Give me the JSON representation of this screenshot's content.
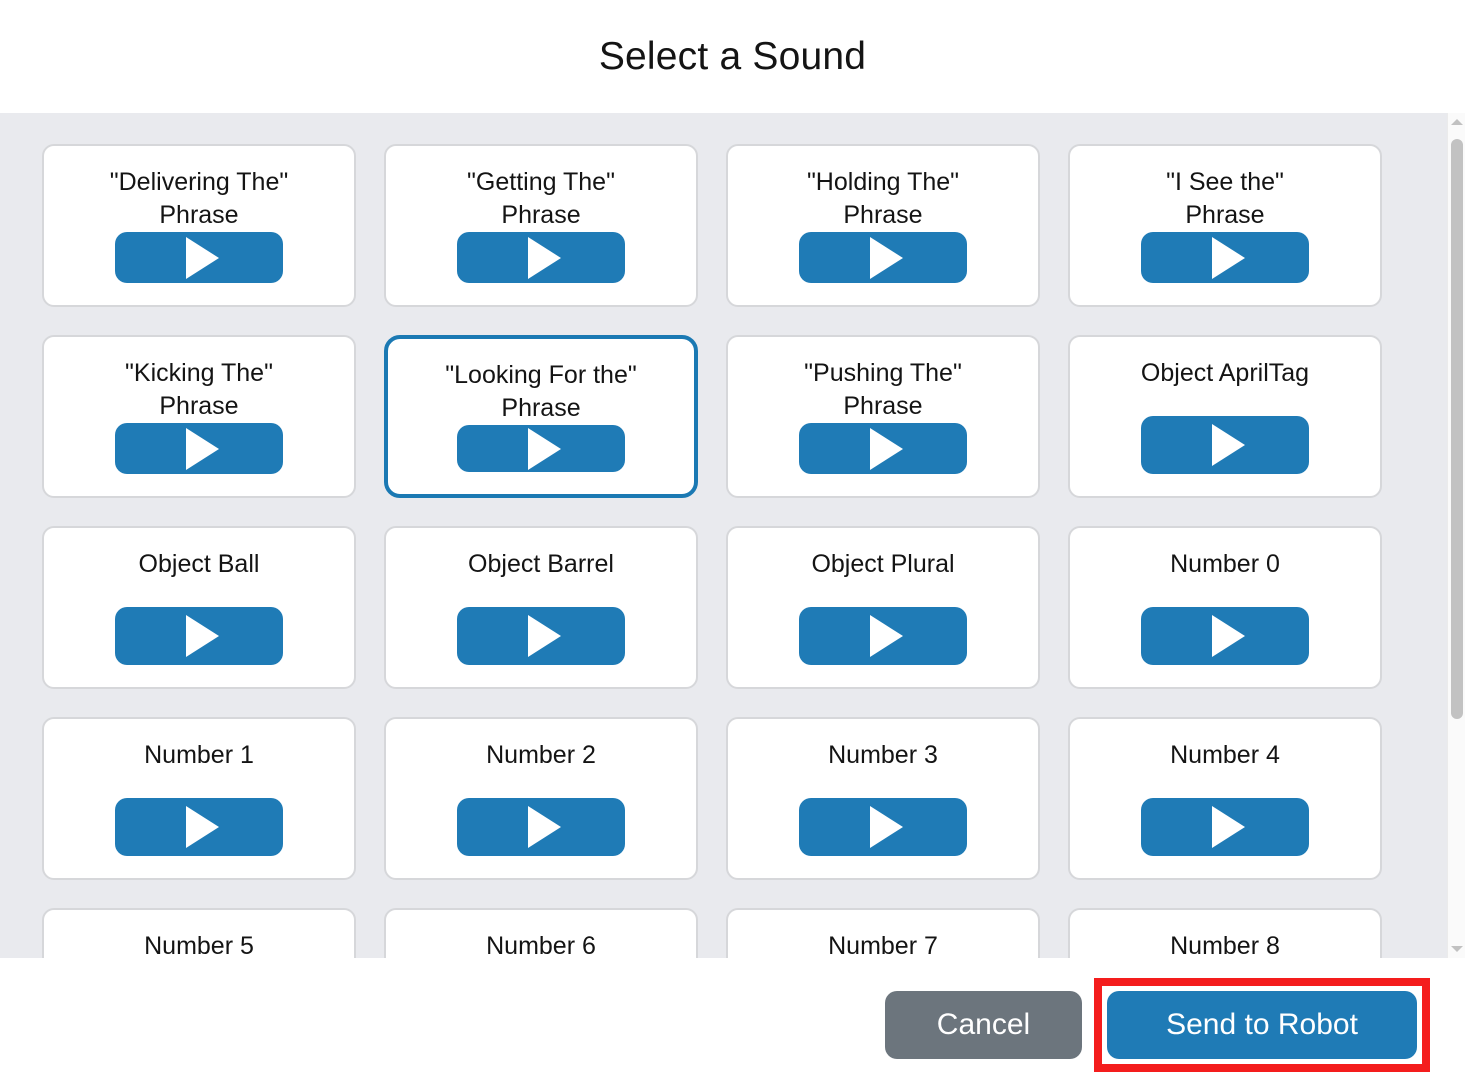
{
  "header": {
    "title": "Select a Sound"
  },
  "sounds": [
    {
      "label": "\"Delivering The\"\nPhrase",
      "selected": false,
      "play_icon": "play-icon"
    },
    {
      "label": "\"Getting The\"\nPhrase",
      "selected": false,
      "play_icon": "play-icon"
    },
    {
      "label": "\"Holding The\"\nPhrase",
      "selected": false,
      "play_icon": "play-icon"
    },
    {
      "label": "\"I See the\"\nPhrase",
      "selected": false,
      "play_icon": "play-icon"
    },
    {
      "label": "\"Kicking The\"\nPhrase",
      "selected": false,
      "play_icon": "play-icon"
    },
    {
      "label": "\"Looking For the\"\nPhrase",
      "selected": true,
      "play_icon": "play-icon"
    },
    {
      "label": "\"Pushing The\"\nPhrase",
      "selected": false,
      "play_icon": "play-icon"
    },
    {
      "label": "Object AprilTag",
      "selected": false,
      "play_icon": "play-icon"
    },
    {
      "label": "Object Ball",
      "selected": false,
      "play_icon": "play-icon"
    },
    {
      "label": "Object Barrel",
      "selected": false,
      "play_icon": "play-icon"
    },
    {
      "label": "Object Plural",
      "selected": false,
      "play_icon": "play-icon"
    },
    {
      "label": "Number 0",
      "selected": false,
      "play_icon": "play-icon"
    },
    {
      "label": "Number 1",
      "selected": false,
      "play_icon": "play-icon"
    },
    {
      "label": "Number 2",
      "selected": false,
      "play_icon": "play-icon"
    },
    {
      "label": "Number 3",
      "selected": false,
      "play_icon": "play-icon"
    },
    {
      "label": "Number 4",
      "selected": false,
      "play_icon": "play-icon"
    },
    {
      "label": "Number 5",
      "selected": false,
      "play_icon": "play-icon"
    },
    {
      "label": "Number 6",
      "selected": false,
      "play_icon": "play-icon"
    },
    {
      "label": "Number 7",
      "selected": false,
      "play_icon": "play-icon"
    },
    {
      "label": "Number 8",
      "selected": false,
      "play_icon": "play-icon"
    }
  ],
  "scrollbar": {
    "up_arrow_icon": "chevron-up-icon",
    "down_arrow_icon": "chevron-down-icon"
  },
  "footer": {
    "cancel_label": "Cancel",
    "send_label": "Send to Robot",
    "send_highlighted": true
  },
  "colors": {
    "accent_blue": "#1f7bb6",
    "selected_border": "#1b79b3",
    "cancel_grey": "#6c757d",
    "highlight_red": "#f41d1d",
    "body_background": "#e9eaee",
    "card_background": "#ffffff"
  }
}
